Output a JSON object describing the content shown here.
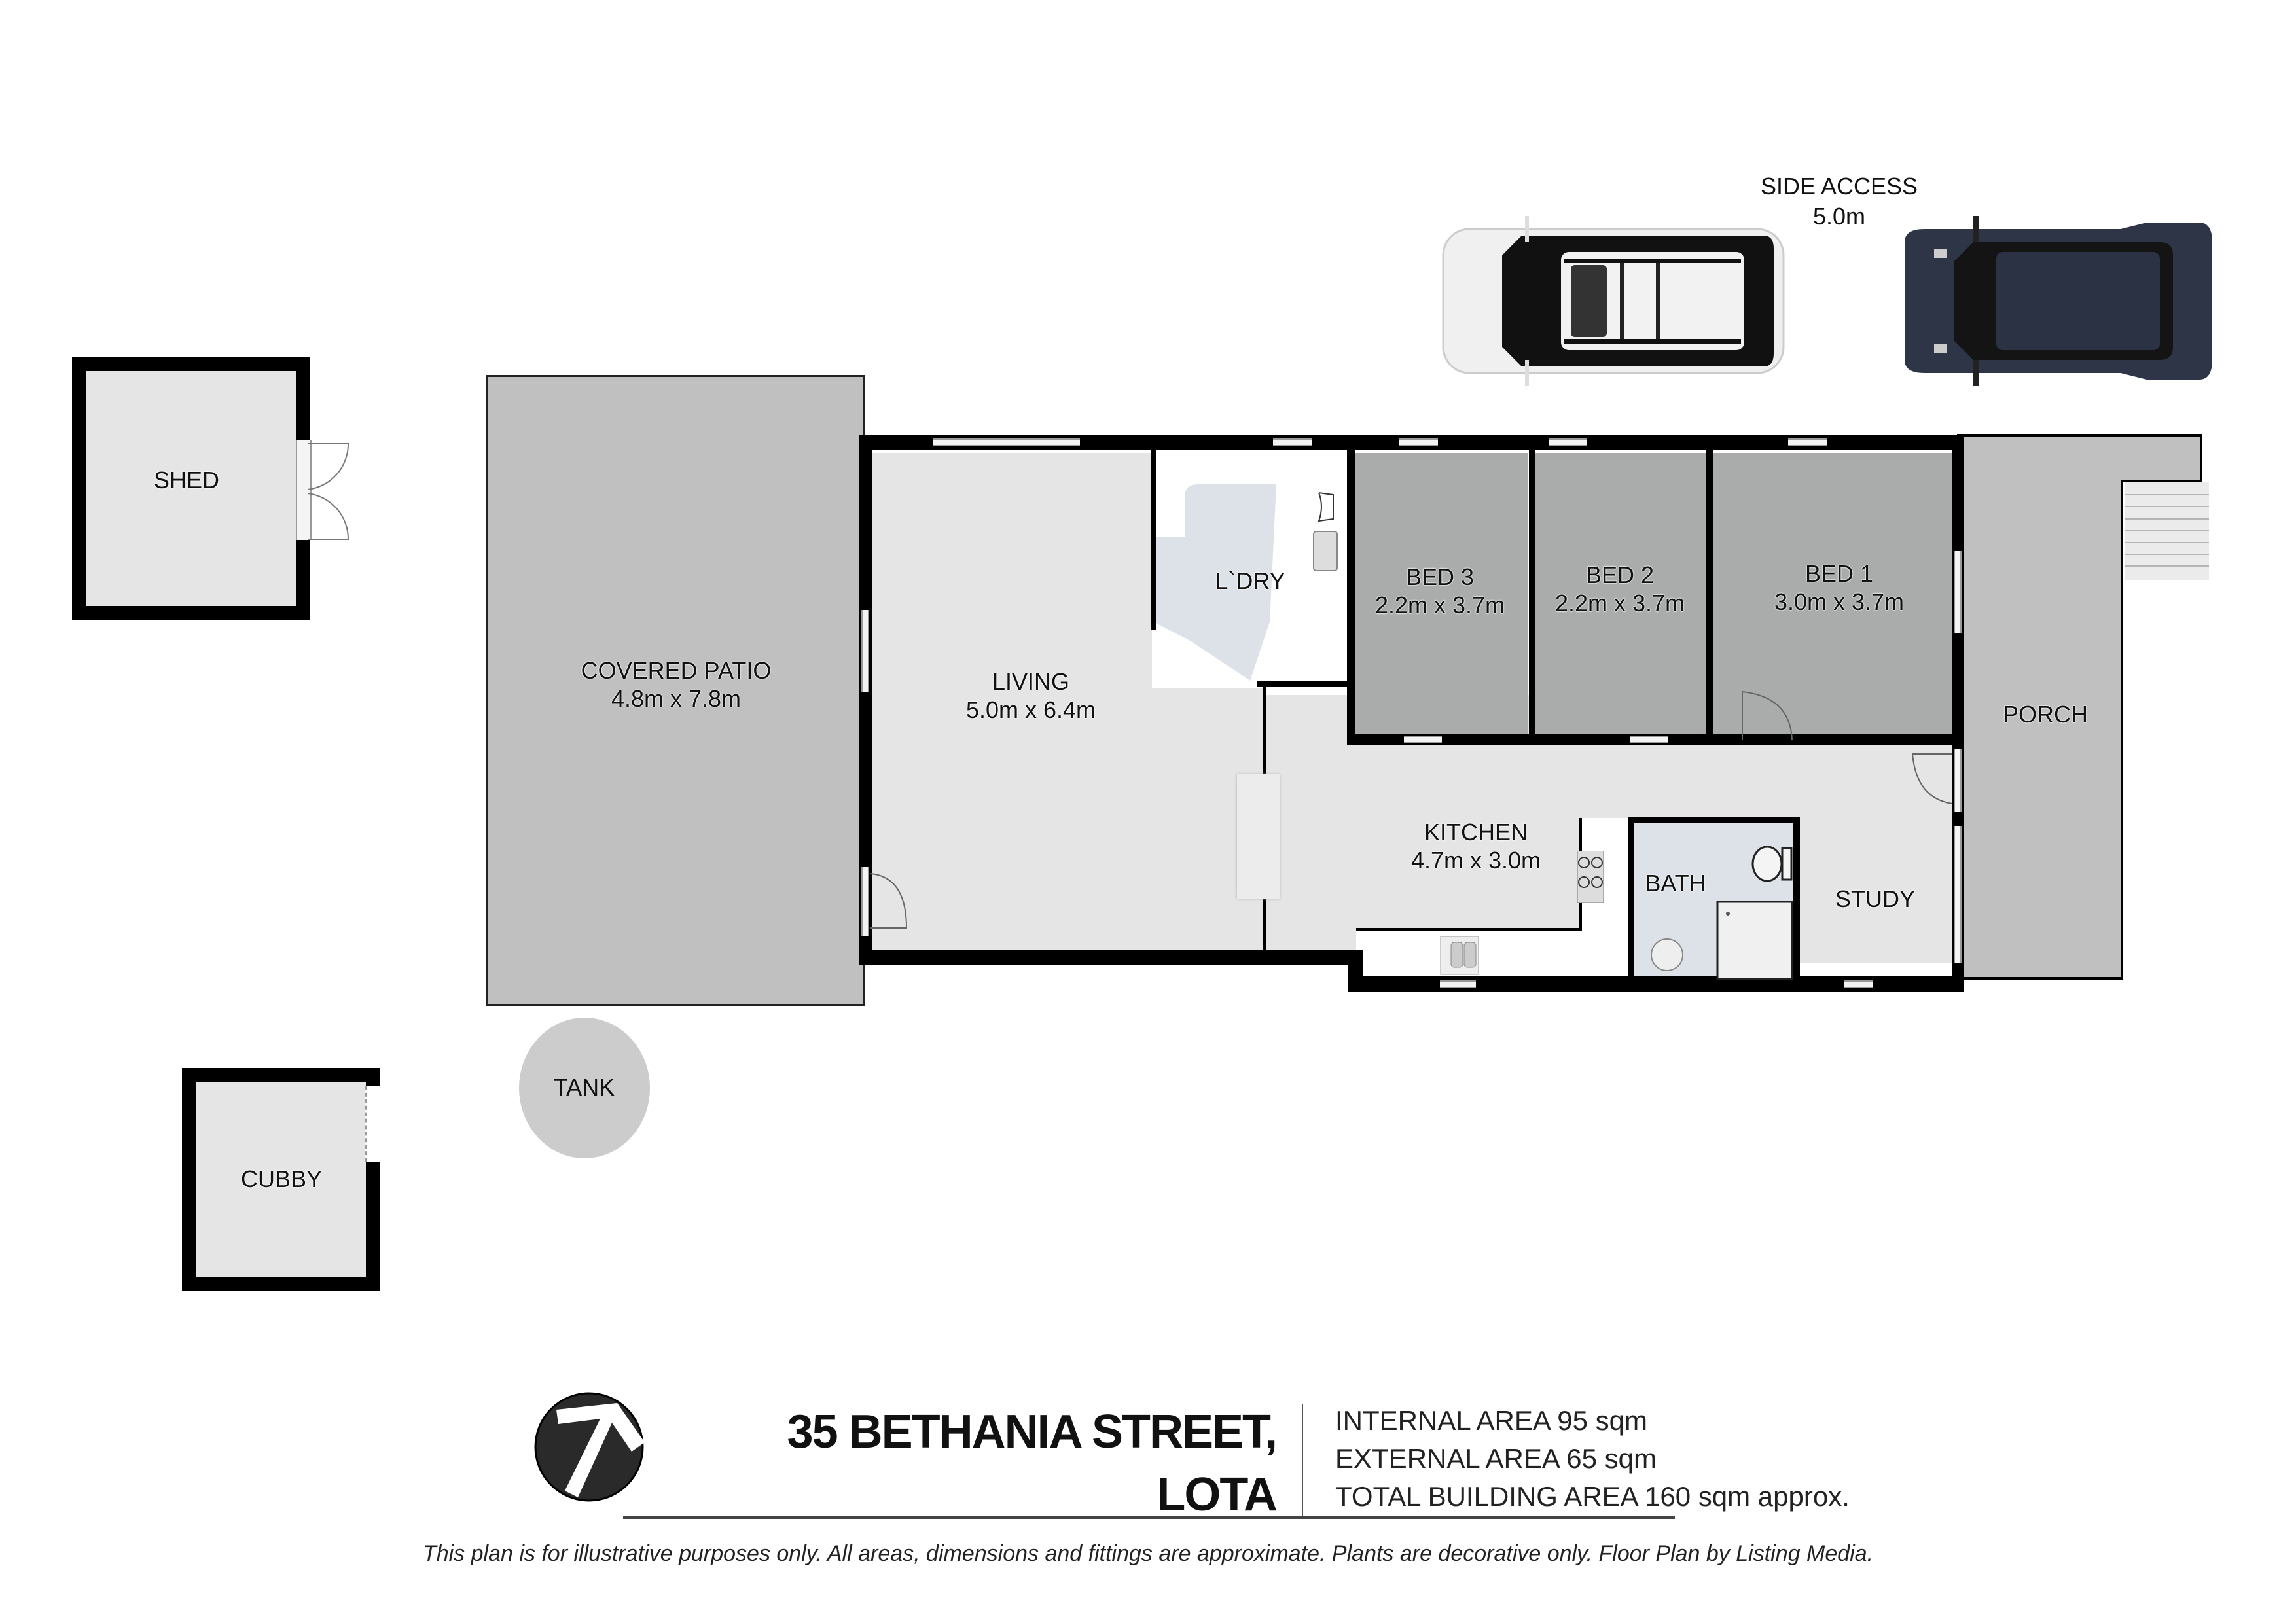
{
  "side_access": {
    "label": "SIDE ACCESS",
    "width": "5.0m"
  },
  "vehicles": [
    {
      "name": "white-car",
      "color": "#eeeeee"
    },
    {
      "name": "navy-car",
      "color": "#2e3547"
    }
  ],
  "rooms": {
    "shed": {
      "name": "SHED"
    },
    "covered_patio": {
      "name": "COVERED PATIO",
      "dims": "4.8m x 7.8m"
    },
    "living": {
      "name": "LIVING",
      "dims": "5.0m x 6.4m"
    },
    "laundry": {
      "name": "L`DRY"
    },
    "bed3": {
      "name": "BED 3",
      "dims": "2.2m x 3.7m"
    },
    "bed2": {
      "name": "BED 2",
      "dims": "2.2m x 3.7m"
    },
    "bed1": {
      "name": "BED 1",
      "dims": "3.0m x 3.7m"
    },
    "kitchen": {
      "name": "KITCHEN",
      "dims": "4.7m x 3.0m"
    },
    "bath": {
      "name": "BATH"
    },
    "study": {
      "name": "STUDY"
    },
    "porch": {
      "name": "PORCH"
    },
    "tank": {
      "name": "TANK"
    },
    "cubby": {
      "name": "CUBBY"
    }
  },
  "colors": {
    "wall": "#000000",
    "interior_floor": "#e5e5e5",
    "bedroom_floor": "#a9acab",
    "outdoor_floor": "#c0c0c0",
    "wet_area_floor": "#dde2e8",
    "tank": "#cccccc"
  },
  "footer": {
    "address_line1": "35 BETHANIA STREET,",
    "address_line2": "LOTA",
    "internal_area": "INTERNAL AREA 95 sqm",
    "external_area": "EXTERNAL AREA 65 sqm",
    "total_area": "TOTAL BUILDING AREA 160 sqm approx.",
    "disclaimer": "This plan is for illustrative purposes only. All areas, dimensions and fittings are approximate. Plants are decorative only. Floor Plan by Listing Media."
  }
}
